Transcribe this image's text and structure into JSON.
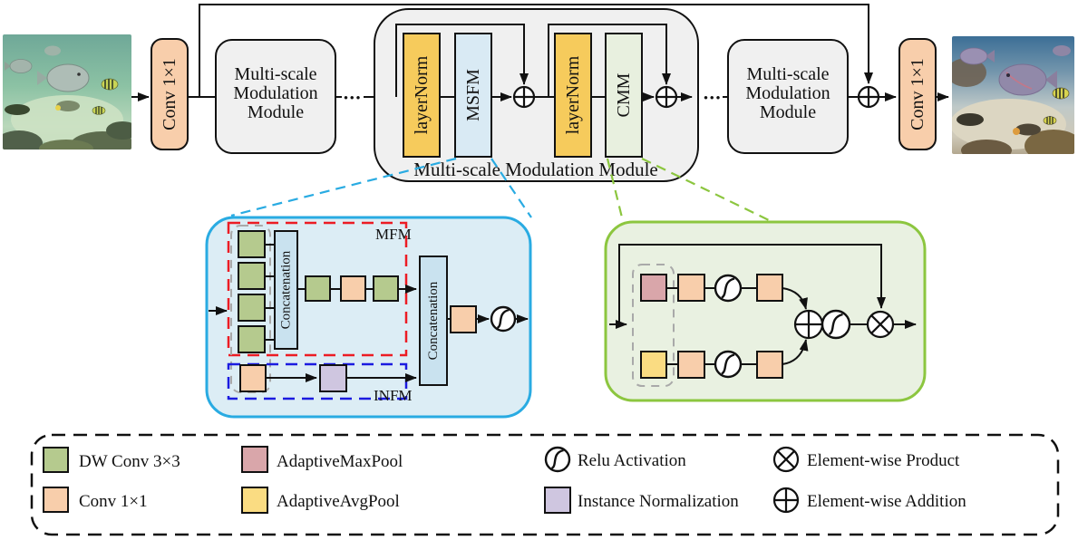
{
  "diagram": {
    "conv_label": "Conv 1×1",
    "module_lines": [
      "Multi-scale",
      "Modulation",
      "Module"
    ],
    "container_label": "Multi-scale Modulation Module",
    "layernorm_label": "layerNorm",
    "msfm_label": "MSFM",
    "cmm_label": "CMM",
    "dots": "•••",
    "mfm_label": "MFM",
    "infm_label": "INFM",
    "concatenation_label": "Concatenation"
  },
  "legend": {
    "items": [
      {
        "icon": "dwconv-swatch",
        "label": "DW Conv 3×3"
      },
      {
        "icon": "conv1x1-swatch",
        "label": "Conv 1×1"
      },
      {
        "icon": "maxpool-swatch",
        "label": "AdaptiveMaxPool"
      },
      {
        "icon": "avgpool-swatch",
        "label": "AdaptiveAvgPool"
      },
      {
        "icon": "relu-icon",
        "label": "Relu Activation"
      },
      {
        "icon": "instancenorm-swatch",
        "label": "Instance Normalization"
      },
      {
        "icon": "multiply-icon",
        "label": "Element-wise Product"
      },
      {
        "icon": "add-icon",
        "label": "Element-wise Addition"
      }
    ]
  },
  "colors": {
    "conv1x1": "#F8CEAB",
    "dwconv": "#B5CA8E",
    "layernorm": "#F6CB5C",
    "msfm_box": "#D9EAF4",
    "cmm_box": "#E8F0DF",
    "maxpool": "#D9A6AA",
    "avgpool": "#FADC82",
    "instancenorm": "#CFC6E0",
    "concatenation": "#C9E2EF",
    "module_fill": "#F0F0F0",
    "msfm_detail_fill": "#DCEDF5",
    "msfm_detail_border": "#29ABE2",
    "cmm_detail_fill": "#E9F1E1",
    "cmm_detail_border": "#8CC63F",
    "mfm_dash": "#EC1C24",
    "infm_dash": "#1B1BE0"
  }
}
